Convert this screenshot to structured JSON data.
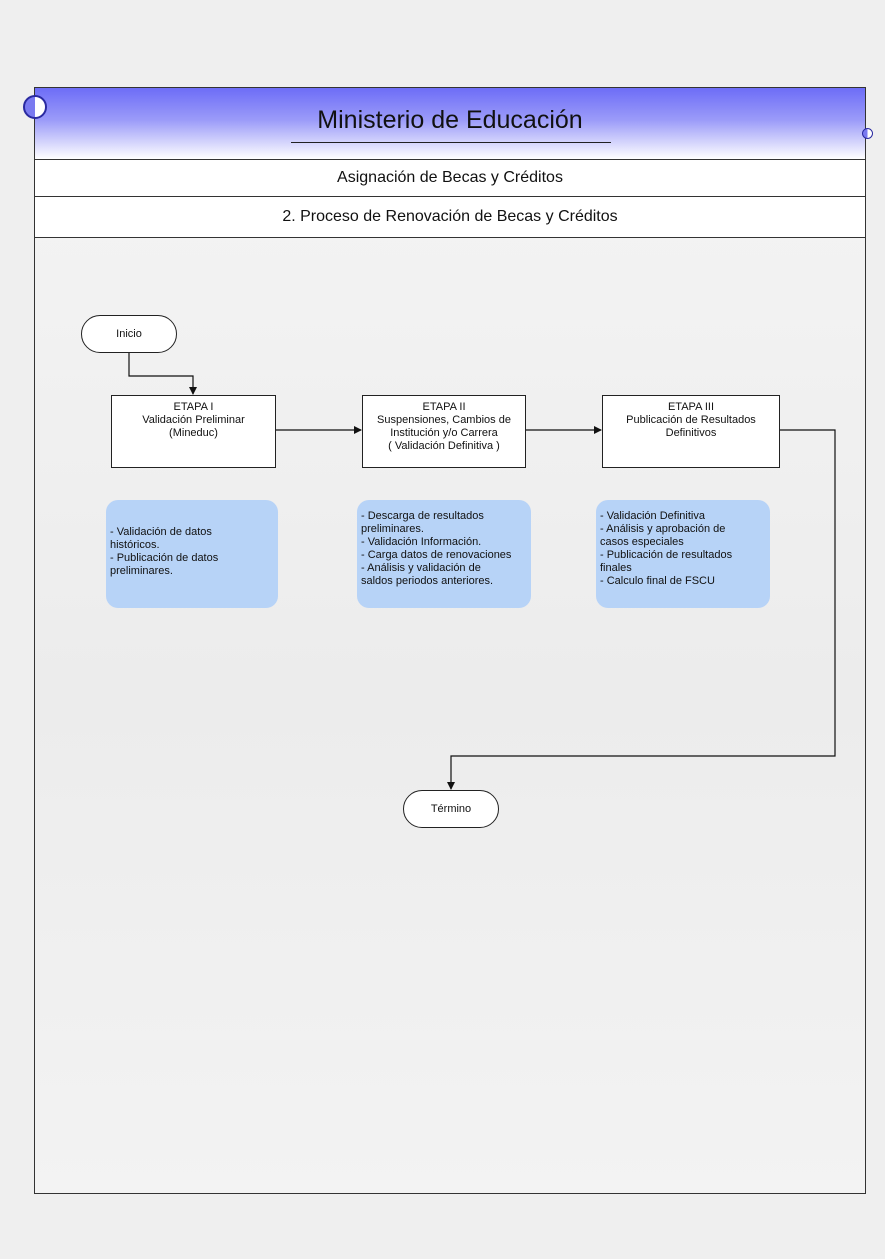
{
  "header": {
    "title": "Ministerio de Educación",
    "subtitle": "Asignación de Becas y Créditos",
    "process_title": "2.  Proceso de Renovación de Becas y Créditos"
  },
  "flow": {
    "start_label": "Inicio",
    "end_label": "Término",
    "stages": [
      {
        "lines": [
          "ETAPA I",
          "Validación Preliminar",
          "(Mineduc)"
        ]
      },
      {
        "lines": [
          "ETAPA II",
          "Suspensiones, Cambios de",
          "Institución y/o Carrera",
          "( Validación Definitiva )"
        ]
      },
      {
        "lines": [
          "ETAPA III",
          "Publicación de Resultados",
          "Definitivos"
        ]
      }
    ],
    "notes": [
      {
        "lines": [
          "- Validación de datos",
          "históricos.",
          "- Publicación de datos",
          "preliminares."
        ]
      },
      {
        "lines": [
          "- Descarga de resultados",
          "preliminares.",
          "- Validación Información.",
          "- Carga datos de renovaciones",
          "- Análisis y validación de",
          "saldos periodos anteriores."
        ]
      },
      {
        "lines": [
          "- Validación Definitiva",
          "- Análisis y aprobación de",
          "casos especiales",
          "- Publicación de resultados",
          "finales",
          "- Calculo final de FSCU"
        ]
      }
    ]
  },
  "colors": {
    "header_gradient_top": "#6d6df7",
    "note_fill": "#b7d3f7",
    "frame_border": "#333333"
  }
}
